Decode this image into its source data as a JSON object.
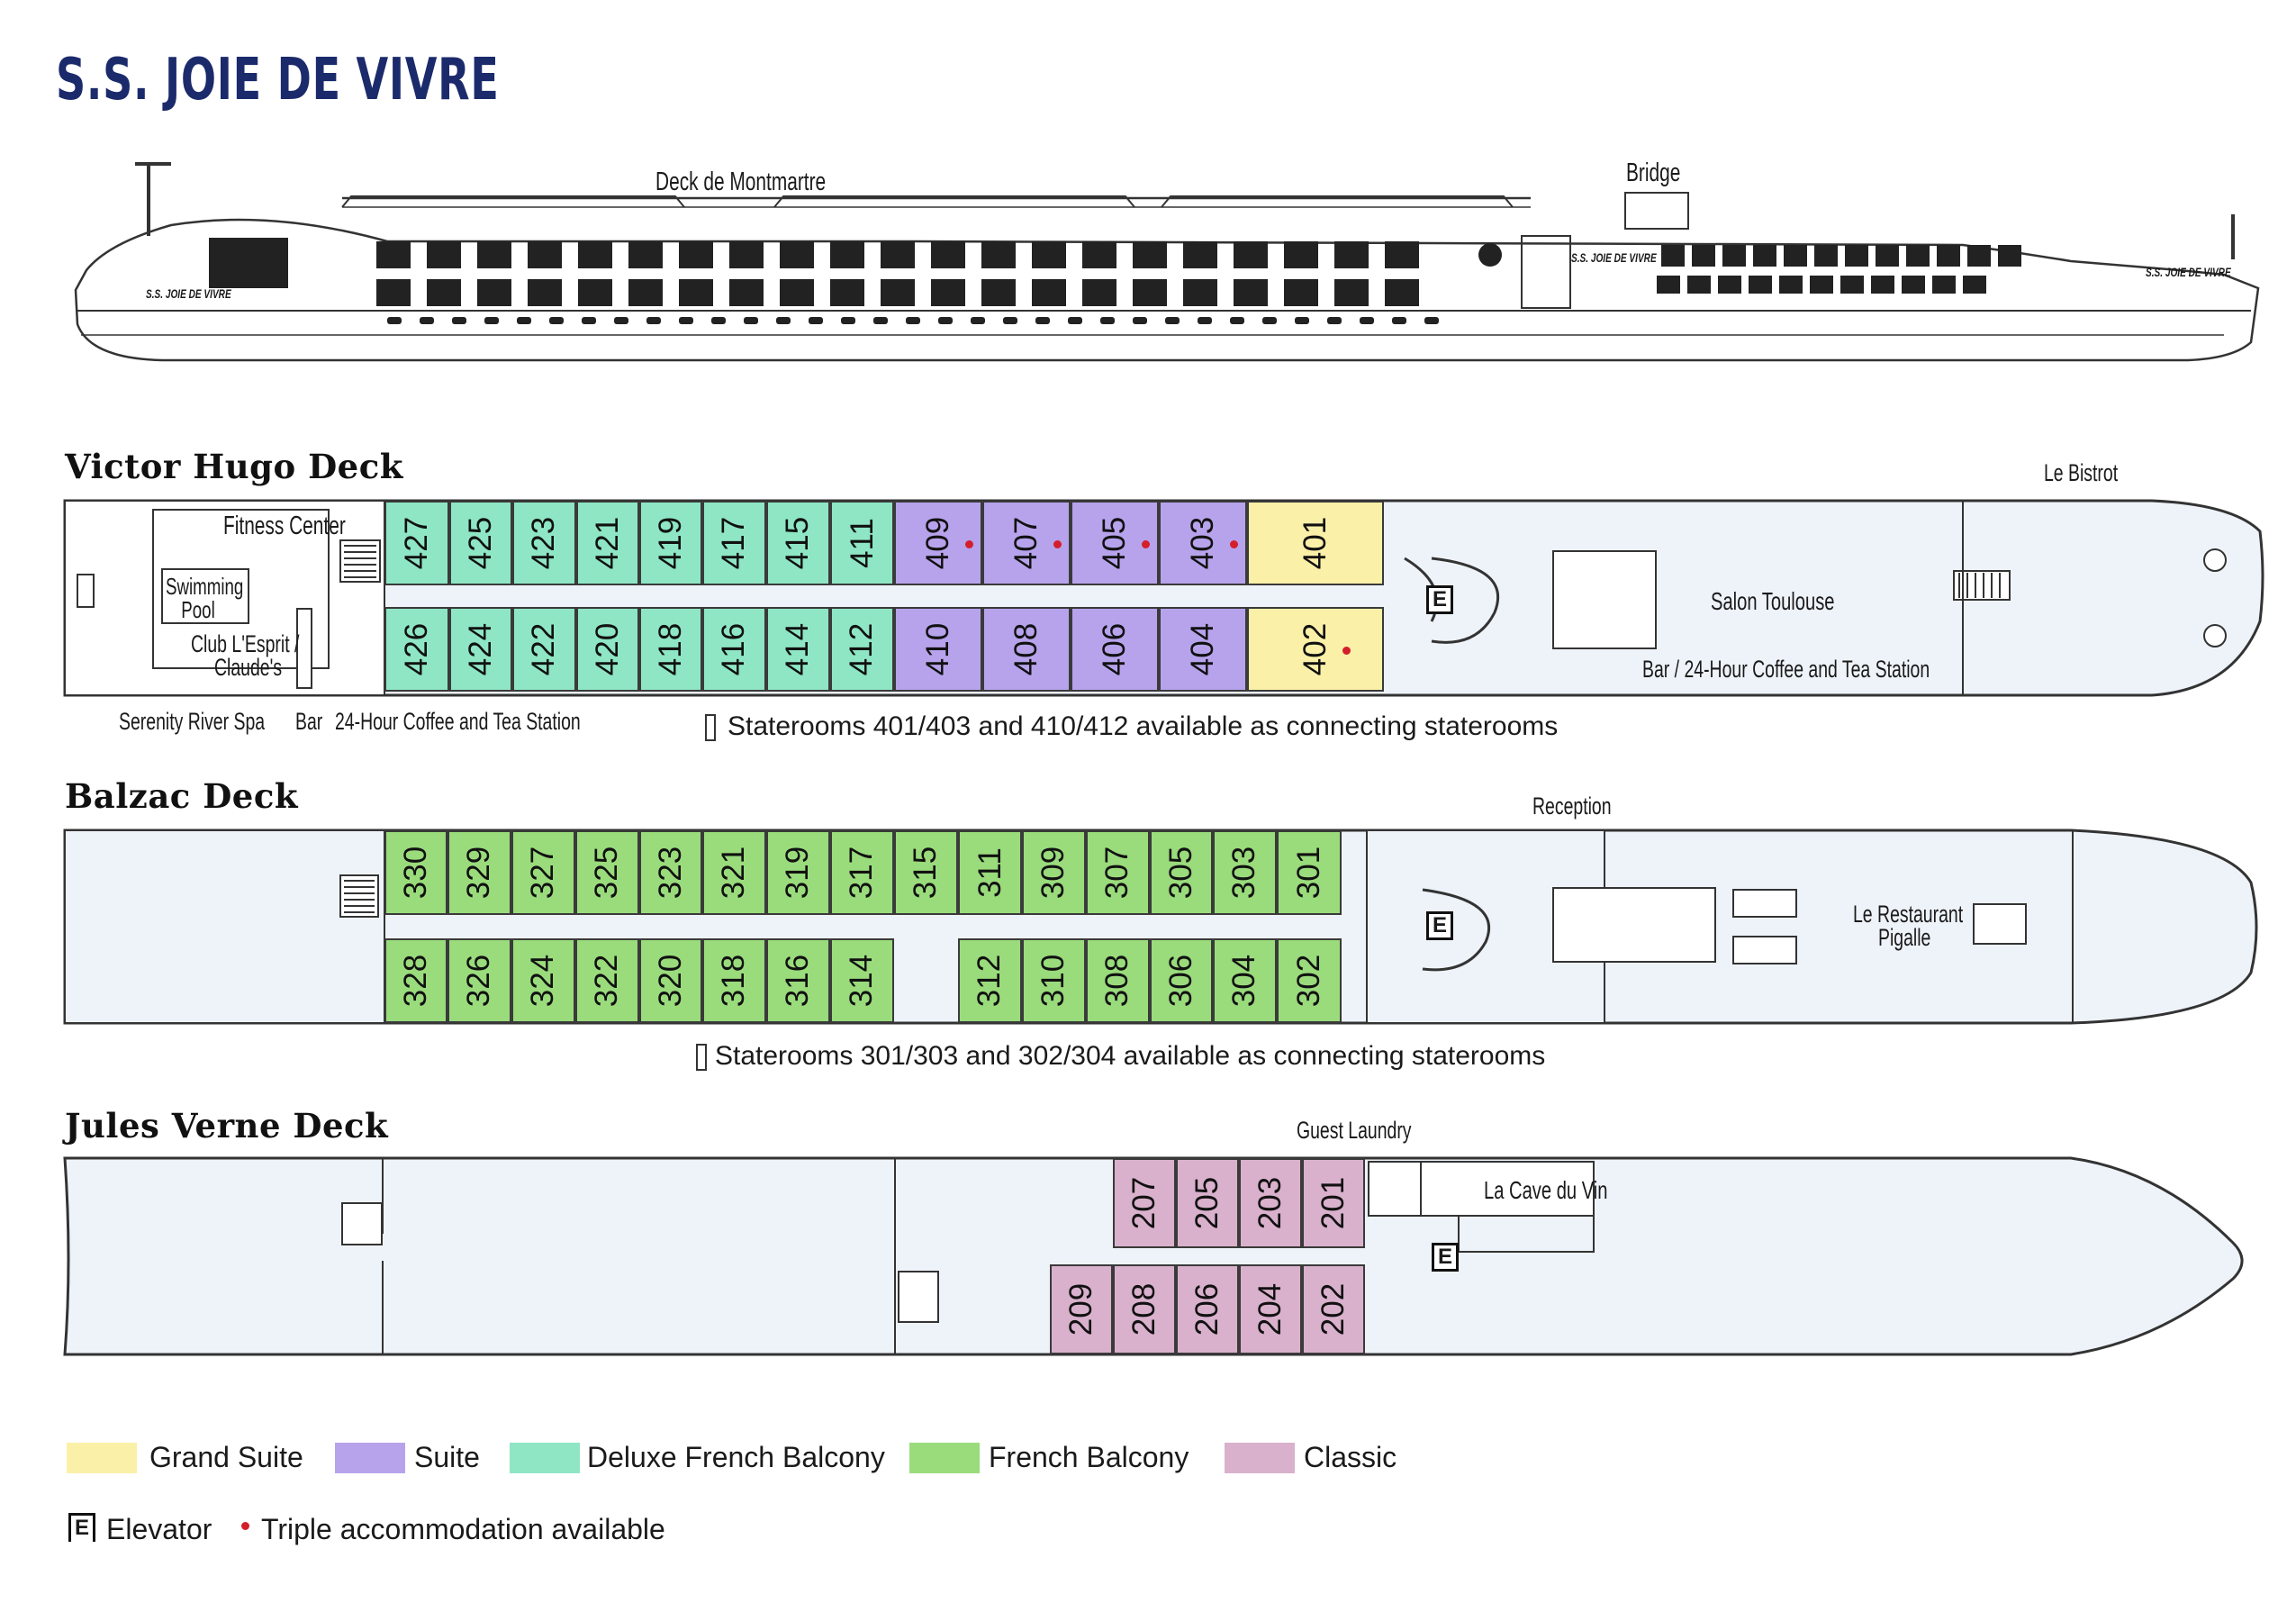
{
  "title": "S.S. JOIE DE VIVRE",
  "colors": {
    "grand_suite": "#fbf0a8",
    "suite": "#b7a3ec",
    "deluxe_french_balcony": "#8ee6c4",
    "french_balcony": "#9adb7c",
    "classic": "#d9b1cc",
    "title": "#1b2a6b",
    "triple_dot": "#d41f2b",
    "deck_fill": "#eef3fa"
  },
  "profile": {
    "labels": {
      "deck_top": "Deck de Montmartre",
      "bridge": "Bridge"
    },
    "hull_names": [
      "S.S. JOIE DE VIVRE",
      "S.S. JOIE DE VIVRE",
      "S.S. JOIE DE VIVRE"
    ]
  },
  "decks": {
    "victor_hugo": {
      "name": "Victor Hugo Deck",
      "labels": {
        "fitness": "Fitness Center",
        "pool": "Swimming Pool",
        "club_line1": "Club L'Esprit /",
        "club_line2": "Claude's",
        "spa": "Serenity River Spa",
        "bar": "Bar",
        "coffee": "24-Hour Coffee and Tea Station",
        "bistrot": "Le Bistrot",
        "salon": "Salon Toulouse",
        "bar_coffee": "Bar / 24-Hour Coffee and Tea Station",
        "connect_note": "Staterooms 401/403 and 410/412 available as connecting staterooms"
      },
      "cabins_top": [
        {
          "no": "427",
          "cat": "Deluxe French Balcony"
        },
        {
          "no": "425",
          "cat": "Deluxe French Balcony"
        },
        {
          "no": "423",
          "cat": "Deluxe French Balcony"
        },
        {
          "no": "421",
          "cat": "Deluxe French Balcony"
        },
        {
          "no": "419",
          "cat": "Deluxe French Balcony"
        },
        {
          "no": "417",
          "cat": "Deluxe French Balcony"
        },
        {
          "no": "415",
          "cat": "Deluxe French Balcony"
        },
        {
          "no": "411",
          "cat": "Deluxe French Balcony"
        },
        {
          "no": "409",
          "cat": "Suite",
          "triple": true
        },
        {
          "no": "407",
          "cat": "Suite",
          "triple": true
        },
        {
          "no": "405",
          "cat": "Suite",
          "triple": true
        },
        {
          "no": "403",
          "cat": "Suite",
          "triple": true
        },
        {
          "no": "401",
          "cat": "Grand Suite"
        }
      ],
      "cabins_bottom": [
        {
          "no": "426",
          "cat": "Deluxe French Balcony"
        },
        {
          "no": "424",
          "cat": "Deluxe French Balcony"
        },
        {
          "no": "422",
          "cat": "Deluxe French Balcony"
        },
        {
          "no": "420",
          "cat": "Deluxe French Balcony"
        },
        {
          "no": "418",
          "cat": "Deluxe French Balcony"
        },
        {
          "no": "416",
          "cat": "Deluxe French Balcony"
        },
        {
          "no": "414",
          "cat": "Deluxe French Balcony"
        },
        {
          "no": "412",
          "cat": "Deluxe French Balcony"
        },
        {
          "no": "410",
          "cat": "Suite"
        },
        {
          "no": "408",
          "cat": "Suite"
        },
        {
          "no": "406",
          "cat": "Suite"
        },
        {
          "no": "404",
          "cat": "Suite"
        },
        {
          "no": "402",
          "cat": "Grand Suite",
          "triple": true
        }
      ]
    },
    "balzac": {
      "name": "Balzac Deck",
      "labels": {
        "reception": "Reception",
        "restaurant_line1": "Le Restaurant",
        "restaurant_line2": "Pigalle",
        "connect_note": "Staterooms 301/303 and 302/304 available as connecting staterooms"
      },
      "cabins_top": [
        "330",
        "329",
        "327",
        "325",
        "323",
        "321",
        "319",
        "317",
        "315",
        "311",
        "309",
        "307",
        "305",
        "303",
        "301"
      ],
      "cabins_bottom": [
        "328",
        "326",
        "324",
        "322",
        "320",
        "318",
        "316",
        "314",
        "",
        "312",
        "310",
        "308",
        "306",
        "304",
        "302"
      ],
      "category": "French Balcony"
    },
    "jules_verne": {
      "name": "Jules Verne Deck",
      "labels": {
        "laundry": "Guest Laundry",
        "cave": "La Cave du Vin"
      },
      "cabins_top": [
        "207",
        "205",
        "203",
        "201"
      ],
      "cabins_bottom": [
        "209",
        "208",
        "206",
        "204",
        "202"
      ],
      "category": "Classic"
    }
  },
  "elevator_letter": "E",
  "legend": {
    "items": [
      {
        "label": "Grand Suite",
        "color": "#fbf0a8"
      },
      {
        "label": "Suite",
        "color": "#b7a3ec"
      },
      {
        "label": "Deluxe French Balcony",
        "color": "#8ee6c4"
      },
      {
        "label": "French Balcony",
        "color": "#9adb7c"
      },
      {
        "label": "Classic",
        "color": "#d9b1cc"
      }
    ],
    "elevator": "Elevator",
    "triple": "Triple accommodation available"
  }
}
